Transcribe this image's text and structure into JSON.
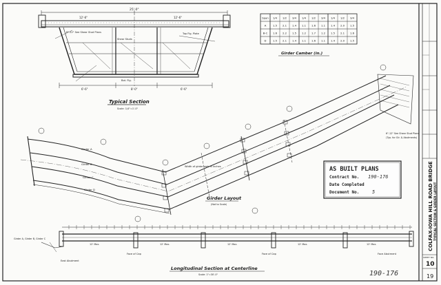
{
  "drawing": {
    "titles": {
      "typical_section": "Typical Section",
      "typical_section_scale": "Scale: 1/4\"=1'-0\"",
      "girder_camber": "Girder Camber (in.)",
      "girder_layout": "Girder Layout",
      "girder_layout_scale": "(Not to Scale)",
      "longitudinal": "Longitudinal Section at Centerline",
      "longitudinal_scale": "Scale: 1\"=30'-0\""
    },
    "section_labels": {
      "top_width": "25'-0\"",
      "left_width": "12'-6\"",
      "right_width": "12'-6\"",
      "note_1": "6\"-12\" See Shear Stud Plans",
      "note_2": "Shear Studs",
      "note_3": "Top Flg. Plate",
      "bottom_note": "Bot. Flg.",
      "dim_left": "6'-6\"",
      "dim_mid": "8'-0\"",
      "dim_right": "6'-6\""
    },
    "camber": {
      "headers": [
        "Span",
        "1/4",
        "1/2",
        "3/4",
        "1/4",
        "1/2",
        "3/4",
        "1/4",
        "1/2",
        "3/4"
      ],
      "rows": [
        [
          "A",
          "1.5",
          "2.1",
          "1.4",
          "1.1",
          "1.6",
          "1.1",
          "1.4",
          "2.0",
          "1.5"
        ],
        [
          "B-C",
          "1.6",
          "2.2",
          "1.5",
          "1.2",
          "1.7",
          "1.2",
          "1.5",
          "2.1",
          "1.6"
        ],
        [
          "D",
          "1.5",
          "2.1",
          "1.4",
          "1.1",
          "1.6",
          "1.1",
          "1.4",
          "2.0",
          "1.5"
        ]
      ]
    },
    "layout_labels": {
      "girder_a": "Girder A",
      "girder_b": "Girder B",
      "girder_c": "Girder C",
      "girder_d": "Girder D",
      "width_note": "Width of girder web in inches",
      "right_note_1": "6\"-12\" See Shear Stud Plans",
      "right_note_2": "(Typ. for Gir. & Abutments)"
    },
    "longitudinal_labels": {
      "left_abut": "East Abutment",
      "face_pier_1": "Face of Cap",
      "face_pier_2": "Face of Cap",
      "right_abut": "Face Abutment",
      "span_dim": "12' Max.",
      "girder_note": "Girder A, Girder B, Girder C"
    },
    "stamp": {
      "line1": "AS BUILT PLANS",
      "line2_label": "Contract No.",
      "line2_value": "190-176",
      "line3_label": "Date Completed",
      "line4_label": "Document No.",
      "line4_value": "5"
    },
    "handwritten_bottom": "190-176",
    "title_block": {
      "project": "COLFAX-IOWA HILL ROAD BRIDGE",
      "sheet_title": "TYPICAL SECTION & GIRDER LAYOUT",
      "sheet_no_label": "SHEET NO.",
      "sheet_no": "10",
      "sheet_total": "19"
    }
  }
}
